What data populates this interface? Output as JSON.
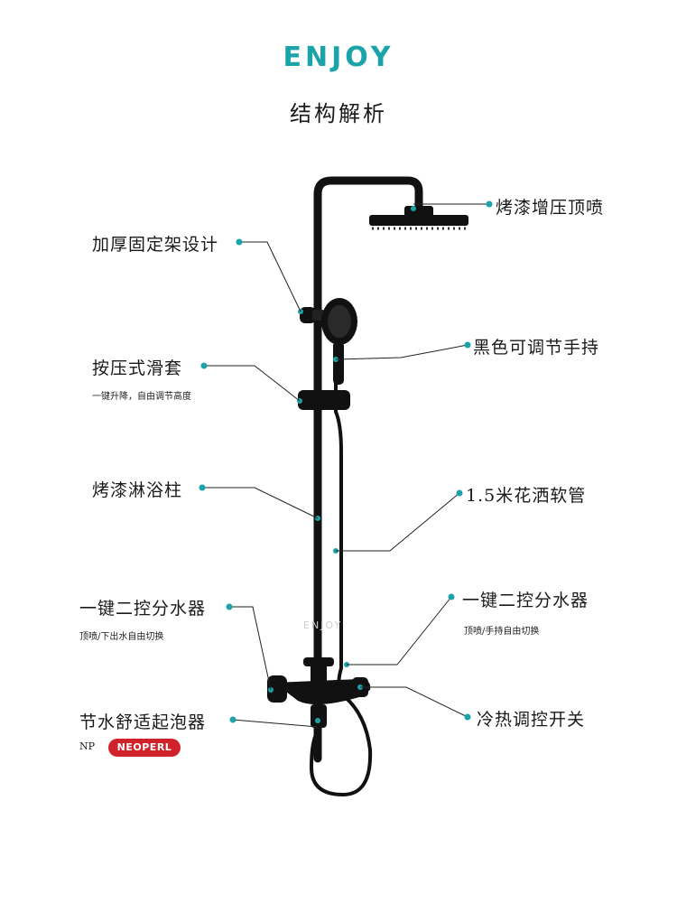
{
  "brand": "ENJOY",
  "title": "结构解析",
  "watermark": "ENJOY",
  "labels": {
    "top_spray": "烤漆增压顶喷",
    "bracket": "加厚固定架设计",
    "handheld": "黑色可调节手持",
    "slider": "按压式滑套",
    "slider_sub": "一键升降，自由调节高度",
    "column": "烤漆淋浴柱",
    "hose": "1.5米花洒软管",
    "diverter_left": "一键二控分水器",
    "diverter_left_sub": "顶喷/下出水自由切换",
    "diverter_right": "一键二控分水器",
    "diverter_right_sub": "顶喷/手持自由切换",
    "aerator": "节水舒适起泡器",
    "valve": "冷热调控开关"
  },
  "np_label": "NP",
  "neoperl_logo": "NEOPERL",
  "accent_color": "#1aa3a8",
  "product_color": "#111111"
}
